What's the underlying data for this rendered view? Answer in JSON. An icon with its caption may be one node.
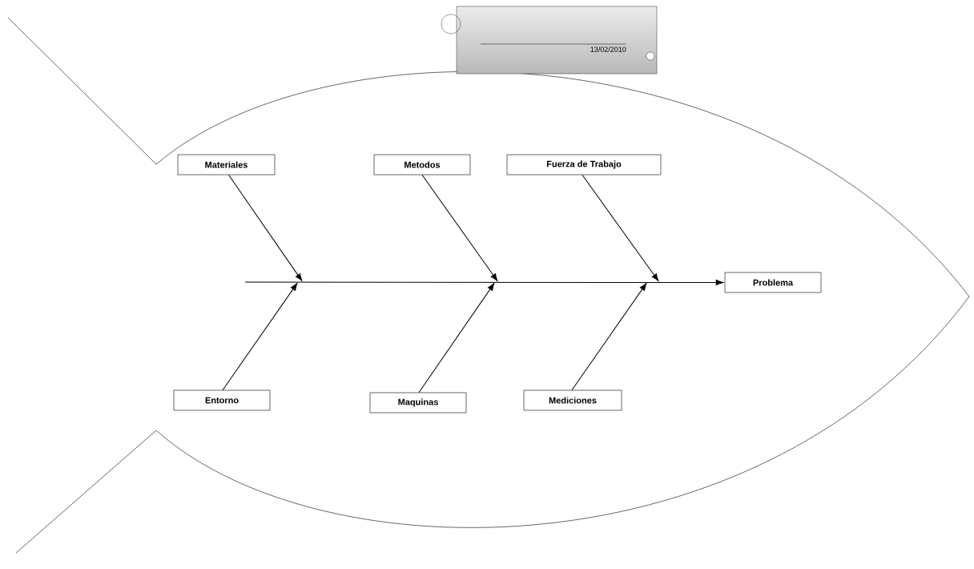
{
  "diagram": {
    "nodes": [
      {
        "text": [
          "13/02/2010"
        ]
      },
      {
        "text": [
          "Materiales"
        ]
      },
      {
        "text": [
          "Metodos"
        ]
      },
      {
        "text": [
          "Fuerza de Trabajo"
        ]
      },
      {
        "text": [
          "Problema"
        ]
      },
      {
        "text": [
          "Entorno"
        ]
      },
      {
        "text": [
          "Maquinas"
        ]
      },
      {
        "text": [
          "Mediciones"
        ]
      }
    ],
    "edges": [
      {
        "from": null,
        "to": 4,
        "arrow": "to"
      },
      {
        "from": 1,
        "to": null,
        "arrow": "to"
      },
      {
        "from": 2,
        "to": null,
        "arrow": "to"
      },
      {
        "from": 3,
        "to": null,
        "arrow": "to"
      },
      {
        "from": 5,
        "to": null,
        "arrow": "to"
      },
      {
        "from": 6,
        "to": null,
        "arrow": "to"
      },
      {
        "from": 7,
        "to": null,
        "arrow": "to"
      }
    ]
  }
}
